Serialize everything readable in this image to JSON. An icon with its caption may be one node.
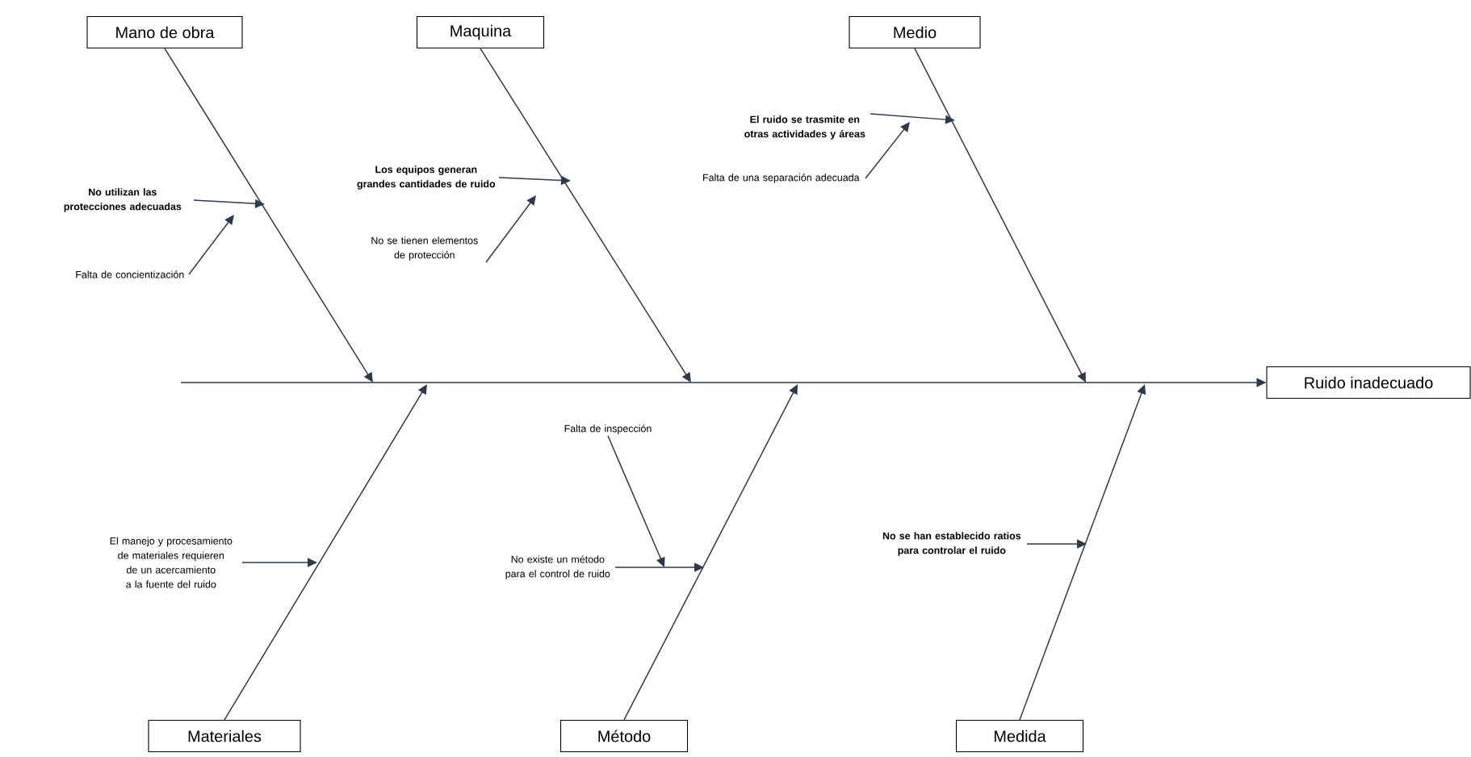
{
  "diagram": {
    "nodes": [
      {
        "text": [
          "Mano de obra"
        ]
      },
      {
        "text": [
          "Maquina"
        ]
      },
      {
        "text": [
          "Medio"
        ]
      },
      {
        "text": [
          "El ruido se trasmite en otras actividades y áreas"
        ]
      },
      {
        "text": [
          "Falta de una separación adecuada"
        ]
      },
      {
        "text": [
          "Los equipos generan grandes cantidades de ruido"
        ]
      },
      {
        "text": [
          "No utilizan las protecciones adecuadas"
        ]
      },
      {
        "text": [
          "No se tienen elementos de protección"
        ]
      },
      {
        "text": [
          "Falta de concientización"
        ]
      },
      {
        "text": [
          "Ruido inadecuado"
        ]
      },
      {
        "text": [
          "Falta de inspección"
        ]
      },
      {
        "text": [
          "El manejo y procesamiento de materiales requieren de un acercamiento a la fuente del ruido"
        ]
      },
      {
        "text": [
          "No existe un método para el control de ruido"
        ]
      },
      {
        "text": [
          "No se han establecido ratios para controlar el ruido"
        ]
      },
      {
        "text": [
          "Materiales"
        ]
      },
      {
        "text": [
          "Método"
        ]
      },
      {
        "text": [
          "Medida"
        ]
      }
    ],
    "edges": [
      {
        "from": null,
        "to": 9,
        "arrow": "to"
      },
      {
        "from": 0,
        "to": null,
        "arrow": "to"
      },
      {
        "from": 1,
        "to": null,
        "arrow": "to"
      },
      {
        "from": 2,
        "to": null,
        "arrow": "to"
      },
      {
        "from": 14,
        "to": null,
        "arrow": "to"
      },
      {
        "from": 15,
        "to": null,
        "arrow": "to"
      },
      {
        "from": 16,
        "to": null,
        "arrow": "to"
      },
      {
        "from": 6,
        "to": null,
        "arrow": "to"
      },
      {
        "from": 8,
        "to": null,
        "arrow": "to"
      },
      {
        "from": 5,
        "to": null,
        "arrow": "to"
      },
      {
        "from": 7,
        "to": null,
        "arrow": "to"
      },
      {
        "from": 3,
        "to": null,
        "arrow": "to"
      },
      {
        "from": 4,
        "to": null,
        "arrow": "to"
      },
      {
        "from": 11,
        "to": null,
        "arrow": "to"
      },
      {
        "from": 10,
        "to": null,
        "arrow": "to"
      },
      {
        "from": 12,
        "to": null,
        "arrow": "to"
      },
      {
        "from": 13,
        "to": null,
        "arrow": "to"
      }
    ]
  }
}
